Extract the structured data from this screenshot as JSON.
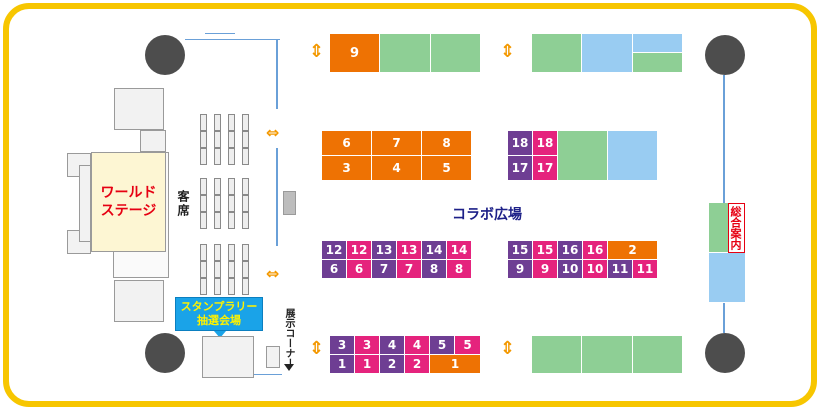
{
  "labels": {
    "world_stage": "ワールド\nステージ",
    "audience": "客席",
    "plaza": "コラボ広場",
    "info": "総合案内",
    "stamp_rally": "スタンプラリー\n抽選会場",
    "exhibit": "展示コーナー"
  },
  "booths": {
    "top_orange": "9",
    "mid_top": [
      "6",
      "7",
      "8"
    ],
    "mid_bottom": [
      "3",
      "4",
      "5"
    ],
    "mid_right_top": [
      "18",
      "18"
    ],
    "mid_right_bottom": [
      "17",
      "17"
    ],
    "row_left_top": [
      "12",
      "12",
      "13",
      "13",
      "14",
      "14"
    ],
    "row_left_bottom": [
      "6",
      "6",
      "7",
      "7",
      "8",
      "8"
    ],
    "row_right_top": [
      "15",
      "15",
      "16",
      "16",
      "2"
    ],
    "row_right_bottom": [
      "9",
      "9",
      "10",
      "10",
      "11",
      "11"
    ],
    "bottom_top": [
      "3",
      "3",
      "4",
      "4",
      "5",
      "5"
    ],
    "bottom_bottom": [
      "1",
      "1",
      "2",
      "2",
      "1"
    ]
  },
  "arrows": {
    "vertical": "⇕",
    "horizontal": "⇔"
  },
  "colors": {
    "frame": "#f7c600",
    "orange": "#ee7203",
    "purple": "#6e3e93",
    "magenta": "#e5237d",
    "green": "#8ecf95",
    "blue": "#99ccf2",
    "pillar": "#4d4d4d",
    "stamp_bg": "#1aa3e8"
  }
}
